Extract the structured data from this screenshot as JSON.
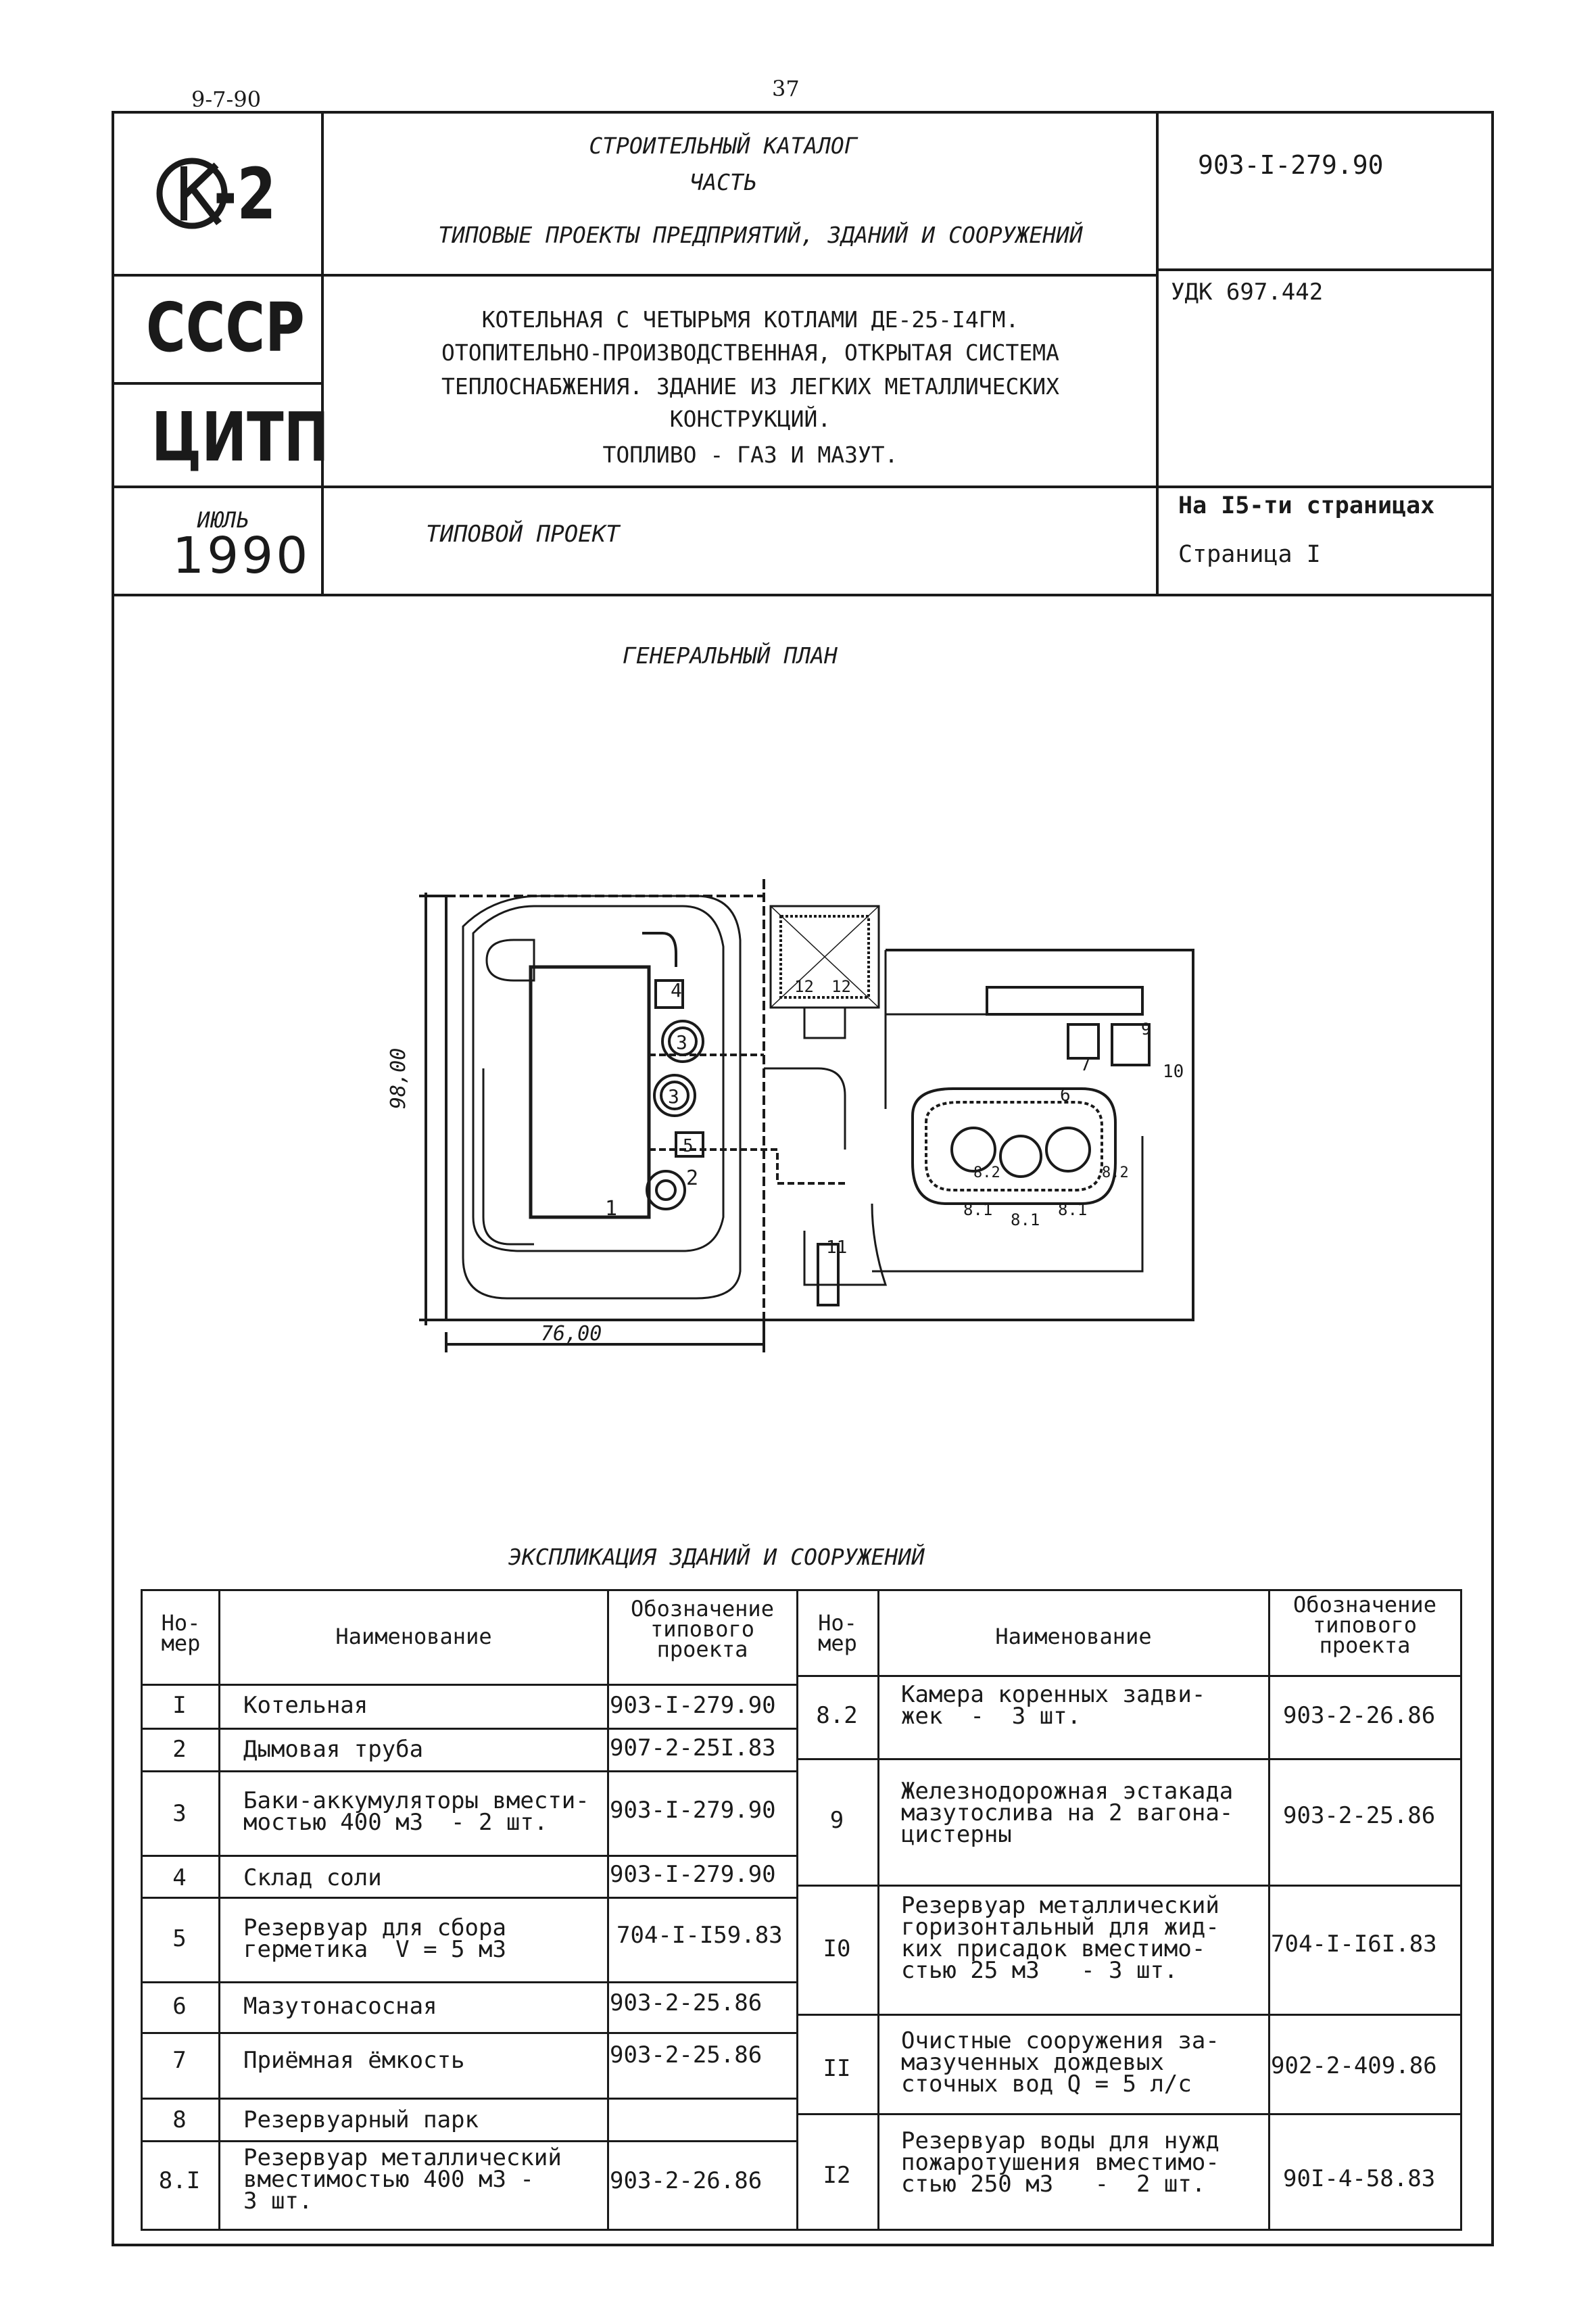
{
  "page": {
    "top_left_date": "9-7-90",
    "page_number": "37"
  },
  "title_block": {
    "logo_text": "К-2",
    "catalog_line1": "СТРОИТЕЛЬНЫЙ КАТАЛОГ",
    "catalog_line2": "ЧАСТЬ",
    "catalog_line3": "ТИПОВЫЕ ПРОЕКТЫ ПРЕДПРИЯТИЙ, ЗДАНИЙ И СООРУЖЕНИЙ",
    "project_code": "903-I-279.90",
    "country": "СССР",
    "org": "ЦИТП",
    "udk": "УДК 697.442",
    "description_lines": [
      "КОТЕЛЬНАЯ С ЧЕТЫРЬМЯ КОТЛАМИ ДЕ-25-I4ГМ.",
      "ОТОПИТЕЛЬНО-ПРОИЗВОДСТВЕННАЯ, ОТКРЫТАЯ СИСТЕМА",
      "ТЕПЛОСНАБЖЕНИЯ. ЗДАНИЕ ИЗ ЛЕГКИХ МЕТАЛЛИЧЕСКИХ",
      "КОНСТРУКЦИЙ.",
      "ТОПЛИВО - ГАЗ И МАЗУТ."
    ],
    "month": "ИЮЛЬ",
    "year": "1990",
    "doc_type": "ТИПОВОЙ ПРОЕКТ",
    "pages_info": "На I5-ти страницах",
    "page_info": "Страница  I"
  },
  "plan": {
    "title": "ГЕНЕРАЛЬНЫЙ ПЛАН",
    "dim_height": "98,00",
    "dim_width": "76,00",
    "labels": [
      "1",
      "2",
      "3",
      "3",
      "4",
      "5",
      "6",
      "7",
      "8.1",
      "8.1",
      "8.1",
      "8.2",
      "8.2",
      "9",
      "10",
      "11",
      "12",
      "12"
    ]
  },
  "explication": {
    "title": "ЭКСПЛИКАЦИЯ ЗДАНИЙ И СООРУЖЕНИЙ",
    "headers": {
      "num": "Но-\nмер",
      "name": "Наименование",
      "code": "Обозначение\nтипового\nпроекта"
    },
    "left_rows": [
      {
        "num": "I",
        "name": "Котельная",
        "code": "903-I-279.90"
      },
      {
        "num": "2",
        "name": "Дымовая труба",
        "code": "907-2-25I.83"
      },
      {
        "num": "3",
        "name": "Баки-аккумуляторы вмести-\nмостью 400 м3  - 2 шт.",
        "code": "903-I-279.90"
      },
      {
        "num": "4",
        "name": "Склад соли",
        "code": "903-I-279.90"
      },
      {
        "num": "5",
        "name": "Резервуар для сбора\nгерметика  V = 5 м3",
        "code": "704-I-I59.83"
      },
      {
        "num": "6",
        "name": "Мазутонасосная",
        "code": "903-2-25.86"
      },
      {
        "num": "7",
        "name": "Приёмная ёмкость",
        "code": "903-2-25.86"
      },
      {
        "num": "8",
        "name": "Резервуарный парк",
        "code": ""
      },
      {
        "num": "8.I",
        "name": "Резервуар металлический\nвместимостью 400 м3 -\n3 шт.",
        "code": "903-2-26.86"
      }
    ],
    "right_rows": [
      {
        "num": "8.2",
        "name": "Камера коренных задви-\nжек  -  3 шт.",
        "code": "903-2-26.86"
      },
      {
        "num": "9",
        "name": "Железнодорожная эстакада\nмазутослива на 2 вагона-\nцистерны",
        "code": "903-2-25.86"
      },
      {
        "num": "I0",
        "name": "Резервуар металлический\nгоризонтальный для жид-\nких присадок вместимо-\nстью 25 м3   - 3 шт.",
        "code": "704-I-I6I.83"
      },
      {
        "num": "II",
        "name": "Очистные сооружения за-\nмазученных дождевых\nсточных вод Q = 5 л/с",
        "code": "902-2-409.86"
      },
      {
        "num": "I2",
        "name": "Резервуар воды для нужд\nпожаротушения вместимо-\nстью 250 м3   -  2 шт.",
        "code": "90I-4-58.83"
      }
    ]
  }
}
